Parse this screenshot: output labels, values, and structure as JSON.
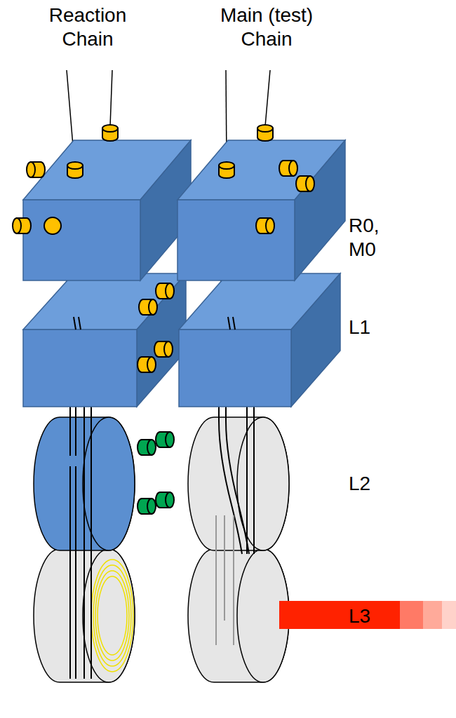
{
  "diagram": {
    "labels": [
      "Reaction Chain",
      "Main (test) Chain",
      "R0, M0",
      "L1",
      "L2",
      "L3"
    ]
  }
}
